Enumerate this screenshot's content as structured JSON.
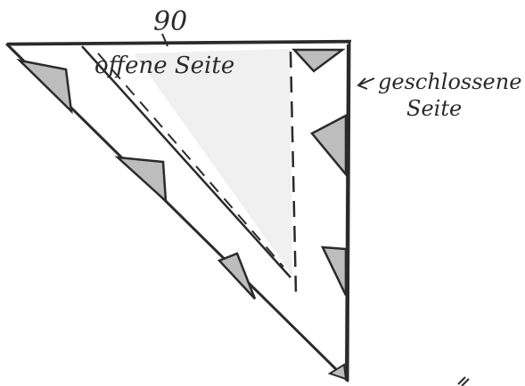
{
  "labels": {
    "angle": "90",
    "open_side": "offene Seite",
    "closed_side_line1": "geschlossene",
    "closed_side_line2": "Seite"
  },
  "colors": {
    "ink": "#2b2b2b",
    "shading": "#bdbdbd",
    "light_shading": "#e4e4e4",
    "background": "#ffffff"
  }
}
